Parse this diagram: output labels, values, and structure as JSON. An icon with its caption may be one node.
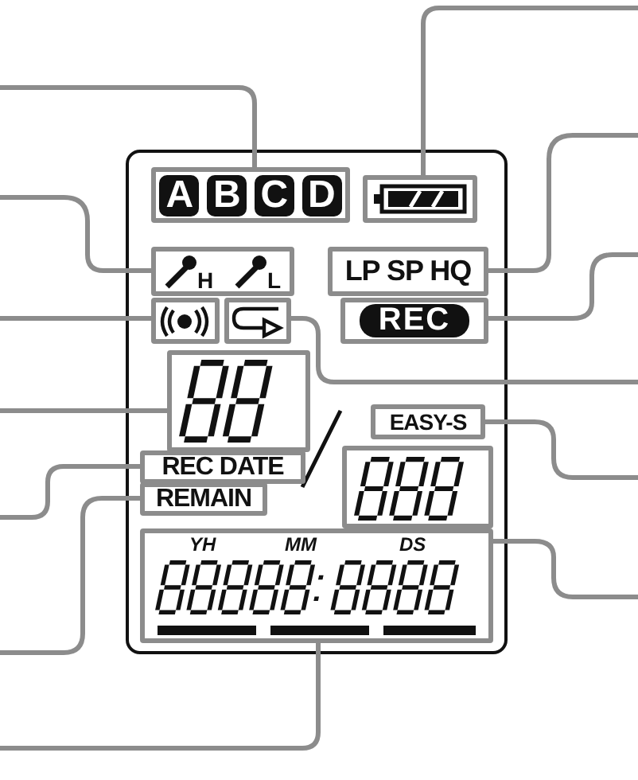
{
  "diagram": {
    "nodes": [
      {
        "text": [
          "A",
          "B",
          "C",
          "D"
        ]
      },
      {
        "text": [],
        "shape": "box"
      },
      {
        "text": [
          "H",
          "L"
        ]
      },
      {
        "text": [
          "LP SP HQ"
        ]
      },
      {
        "text": [
          "REC"
        ]
      },
      {
        "text": [],
        "shape": "box"
      },
      {
        "text": [],
        "shape": "box"
      },
      {
        "text": [],
        "shape": "box"
      },
      {
        "text": [
          "REC DATE"
        ]
      },
      {
        "text": [
          "REMAIN"
        ]
      },
      {
        "text": [
          "EASY-S"
        ]
      },
      {
        "text": [],
        "shape": "box"
      },
      {
        "text": [
          "YH",
          "MM",
          "DS"
        ]
      },
      {
        "text": [],
        "shape": "bar",
        "in": 12
      }
    ],
    "edges": [
      {
        "from": null,
        "to": 0,
        "arrow": "none"
      },
      {
        "from": null,
        "to": 2,
        "arrow": "none"
      },
      {
        "from": null,
        "to": 5,
        "arrow": "none"
      },
      {
        "from": null,
        "to": 7,
        "arrow": "none"
      },
      {
        "from": null,
        "to": 8,
        "arrow": "none"
      },
      {
        "from": null,
        "to": 9,
        "arrow": "none"
      },
      {
        "from": null,
        "to": 13,
        "arrow": "none"
      },
      {
        "from": null,
        "to": 1,
        "arrow": "none"
      },
      {
        "from": null,
        "to": 3,
        "arrow": "none"
      },
      {
        "from": null,
        "to": 4,
        "arrow": "none"
      },
      {
        "from": null,
        "to": 6,
        "arrow": "none"
      },
      {
        "from": null,
        "to": 10,
        "arrow": "none"
      },
      {
        "from": null,
        "to": 12,
        "arrow": "none"
      }
    ]
  }
}
